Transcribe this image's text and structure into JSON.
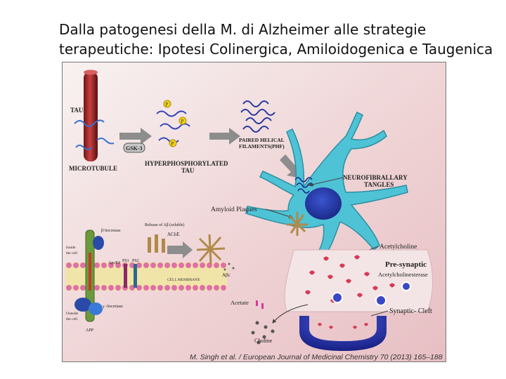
{
  "slide": {
    "title_line1": "Dalla patogenesi della M. di Alzheimer alle strategie",
    "title_line2": "terapeutiche: Ipotesi Colinergica, Amiloidogenica e Taugenica"
  },
  "figure": {
    "labels": {
      "tau": "TAU",
      "microtubule": "MICROTUBULE",
      "gsk": "GSK-3",
      "hyper_line1": "HYPERPHOSPHORYLATED",
      "hyper_line2": "TAU",
      "phf_line1": "PAIRED HELICAL",
      "phf_line2": "FILAMENTS(PHF)",
      "nft_line1": "NEUROFIBRALLARY",
      "nft_line2": "TANGLES",
      "amyloid_plaques": "Amyloid Plaques",
      "beta_secretase": "β-Secretase",
      "release": "Release of Aβ (soluble)",
      "inside_line1": "Inside",
      "inside_line2": "the cell",
      "ache": "AChE",
      "apoe": "ApoE4",
      "ps1": "PS1",
      "ps2": "PS2",
      "cell_membrane": "CELL MEMBRANE",
      "abeta": "Aβc",
      "outside_line1": "Outside",
      "outside_line2": "the cell",
      "gamma_secretase": "γ -Secretase",
      "app": "APP",
      "acetylcholine": "Acetylcholine",
      "presynaptic": "Pre-synaptic",
      "acetylcholinesterase": "Acetylcholinesterase",
      "acetate": "Acetate",
      "synaptic_cleft": "Synaptic- Cleft",
      "choline": "Choline",
      "phosphate": "P"
    },
    "citation": "M. Singh et al. / European Journal of Medicinal Chemistry 70 (2013) 165–188"
  },
  "colors": {
    "background_pink": "#f1d6d8",
    "neuron": "#4fc3d6",
    "nucleus": "#2c3fb0",
    "microtubule": "#b52a2a",
    "arrow_gray": "#8d8d8d",
    "membrane_pink": "#e06fa8",
    "membrane_yellow": "#f3e65a"
  }
}
